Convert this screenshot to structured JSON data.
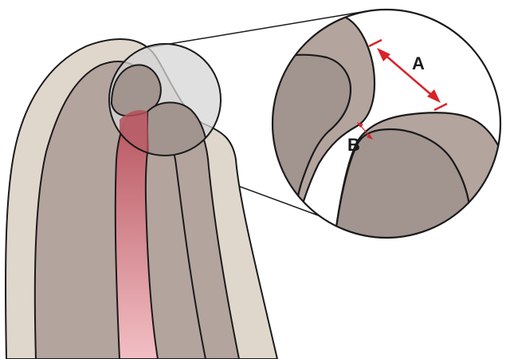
{
  "labels": {
    "a": "A",
    "b": "B"
  },
  "colors": {
    "outer_layer": "#e0d7cc",
    "inner_layer": "#b3a49e",
    "inner_dark": "#a2948e",
    "lumen_top": "#b5505a",
    "lumen_bottom": "#f2bfc4",
    "magnifier_fill": "#d5d5d7",
    "outline": "#1a1a1a",
    "arrow": "#d8232a"
  },
  "icons": {
    "arrow_a": "double-headed-arrow",
    "arrow_b": "double-headed-arrow"
  }
}
